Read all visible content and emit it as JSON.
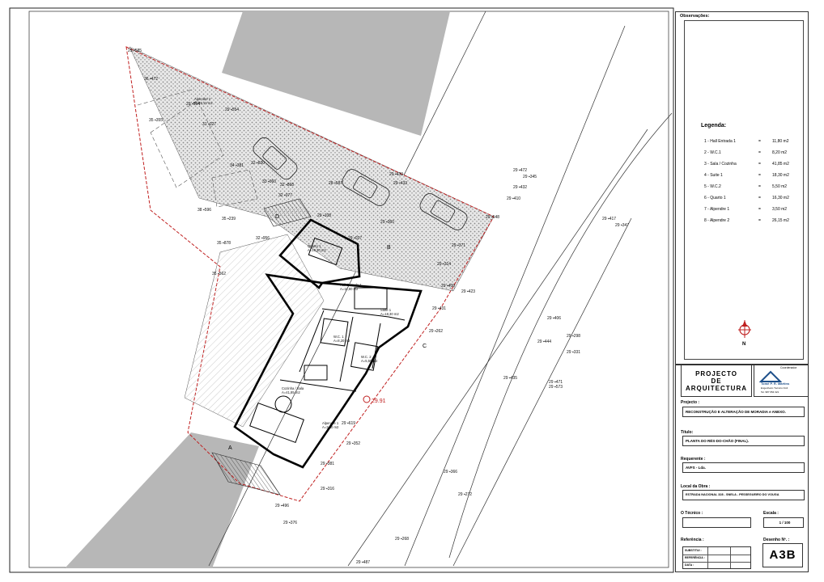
{
  "observacoes_label": "Observações:",
  "legend": {
    "title": "Legenda:",
    "items": [
      {
        "name": "1 - Hall Entrada 1",
        "eq": "=",
        "value": "11,80 m2"
      },
      {
        "name": "2 - W.C.1",
        "eq": "=",
        "value": "8,20 m2"
      },
      {
        "name": "3 - Sala / Cozinha",
        "eq": "=",
        "value": "41,85 m2"
      },
      {
        "name": "4 - Suite 1",
        "eq": "=",
        "value": "18,30 m2"
      },
      {
        "name": "5 - W.C.2",
        "eq": "=",
        "value": "5,50 m2"
      },
      {
        "name": "6 - Quarto 1",
        "eq": "=",
        "value": "16,30 m2"
      },
      {
        "name": "7 - Alpendre 1",
        "eq": "=",
        "value": "3,50 m2"
      },
      {
        "name": "8 - Alpendre 2",
        "eq": "=",
        "value": "26,15 m2"
      }
    ]
  },
  "north_label": "N",
  "logo": {
    "line1": "PROJECTO",
    "line2": "DE",
    "line3": "ARQUITECTURA"
  },
  "coordinator": {
    "label": "Coordenador",
    "name": "Tomé P. R. Martins",
    "sub1": "Engenheiro Técnico Civil",
    "sub2": "Tel. 987 654 321"
  },
  "projecto": {
    "label": "Projecto :",
    "value": "RECONSTRUÇÃO E ALTERAÇÃO DE MORADIA e ANEXO."
  },
  "titulo": {
    "label": "Título:",
    "value": "PLANTA DO RÉS-DO-CHÃO (FINAL)."
  },
  "requerente": {
    "label": "Requerente :",
    "value": "AVFS - Lda."
  },
  "local": {
    "label": "Local da Obra :",
    "value": "ESTRADA NACIONAL 328 - SNELA - PESSEGUEIRO DO VOUGA"
  },
  "tecnico": {
    "label": "O Técnico :"
  },
  "escala": {
    "label": "Escala :",
    "value": "1 / 100"
  },
  "referencia": {
    "label": "Referência :",
    "rows": [
      "SUBSTITUI :",
      "REFERÊNCIA :",
      "DATA :"
    ]
  },
  "desenho": {
    "label": "Desenho Nº. :",
    "value": "A3B"
  },
  "plan": {
    "rooms": [
      {
        "name": "Quarto 1",
        "area": "A=16,30 m2"
      },
      {
        "name": "Hall Entrada 1",
        "area": "A=11,80 m2"
      },
      {
        "name": "Suite 1",
        "area": "A=18,30 m2"
      },
      {
        "name": "W.C. 1",
        "area": "A=8,20 m2"
      },
      {
        "name": "W.C. 2",
        "area": "A=5,50 m2"
      },
      {
        "name": "Cozinha / Sala",
        "area": "A=41,85 m2"
      },
      {
        "name": "Alpendre 1",
        "area": "A=3,50 m2"
      },
      {
        "name": "Alpendre 2",
        "area": "A=26,15 m2"
      }
    ],
    "elevations": [
      "29 ▪585",
      "36 ▪472",
      "29 ▪564",
      "29 ▪554",
      "31 ▪027",
      "35 ▪355",
      "34 ▪381",
      "32 ▪830",
      "33 ▪060",
      "32 ▪868",
      "32 ▪077",
      "29 ▪430",
      "28 ▪587",
      "29 ▪433",
      "29 ▪472",
      "29 ▪345",
      "29 ▪432",
      "29 ▪410",
      "38 ▪596",
      "35 ▪239",
      "29 ▪108",
      "32 ▪956",
      "35 ▪878",
      "29 ▪037",
      "29 ▪360",
      "29 ▪548",
      "29 ▪417",
      "29 ▪347",
      "29 ▪371",
      "29 ▪314",
      "29 ▪423",
      "29 ▪409",
      "29 ▪431",
      "29 ▪262",
      "29 ▪406",
      "29 ▪444",
      "29 ▪298",
      "29 ▪331",
      "29 ▪435",
      "29 ▪471",
      "29 ▪573",
      "29 ▪619",
      "29 ▪352",
      "29 ▪381",
      "29 ▪316",
      "29 ▪366",
      "29 ▪272",
      "29 ▪496",
      "29 ▪376",
      "29 ▪268",
      "29 ▪487",
      "35 ▪562"
    ],
    "marker_main": "29.91",
    "section_letters": [
      "A",
      "B",
      "C",
      "D"
    ]
  }
}
